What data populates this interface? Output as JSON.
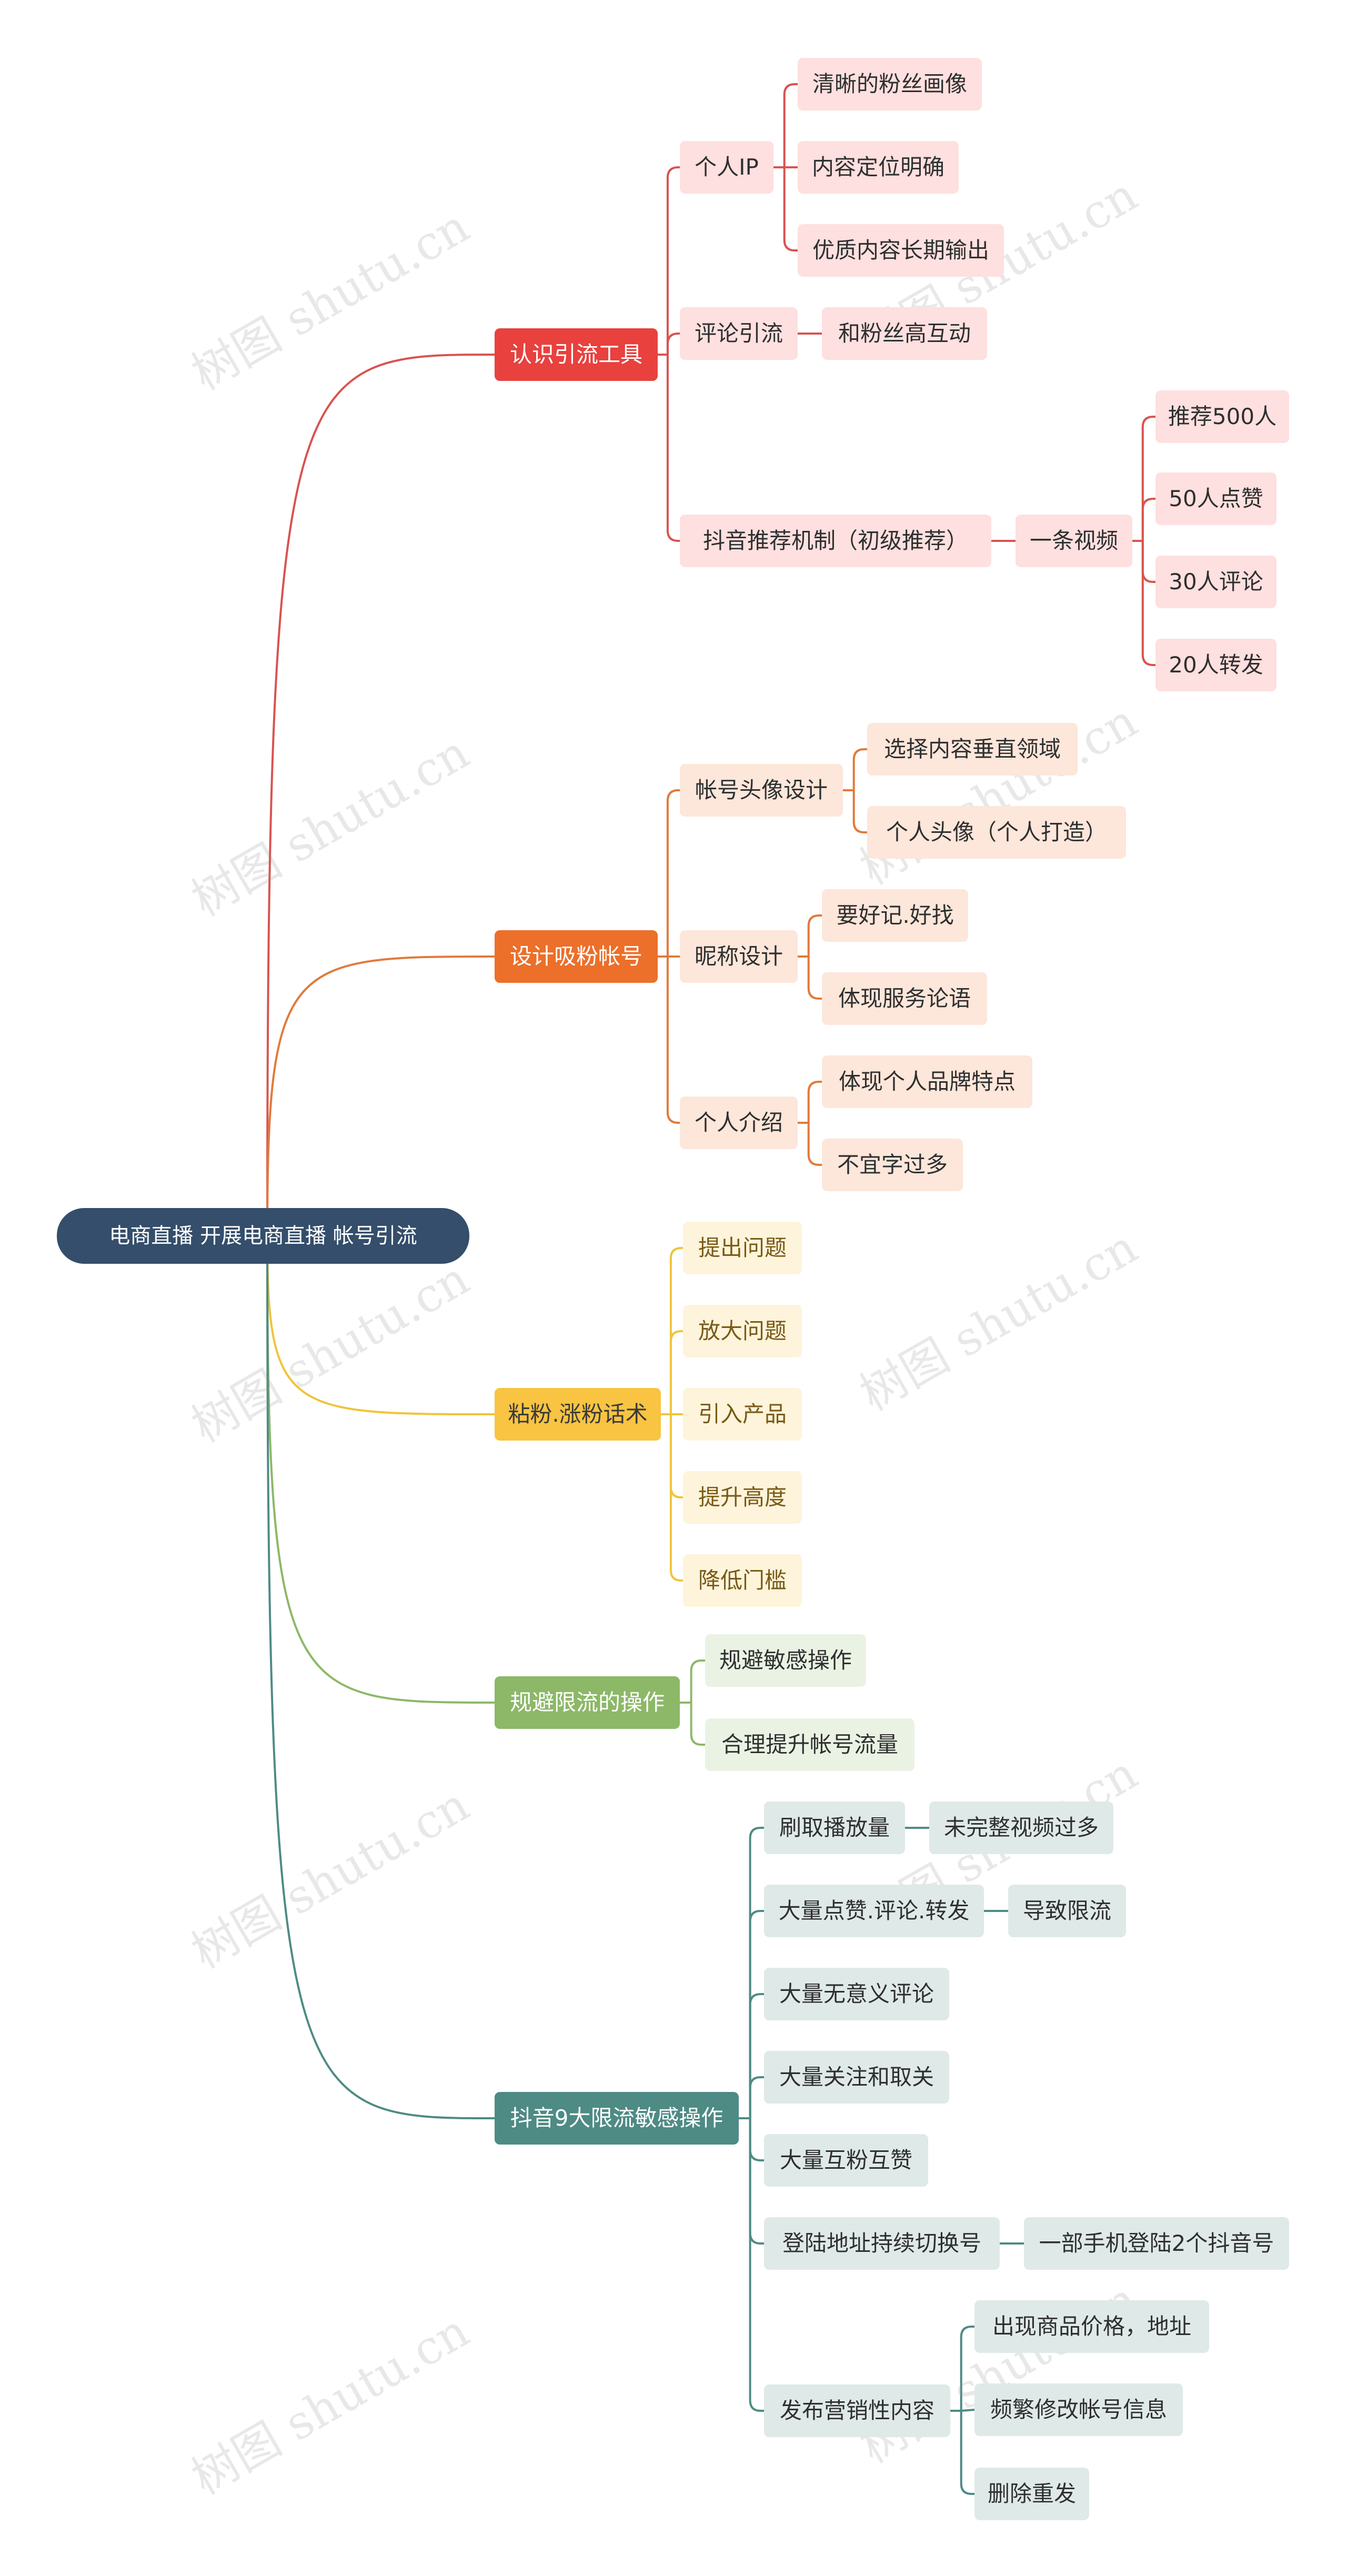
{
  "root": {
    "label": "电商直播 开展电商直播 帐号引流"
  },
  "watermark": "树图 shutu.cn",
  "colors": {
    "root": "#344e6b",
    "branch_red": "#e8413e",
    "leaf_red": "#fde0df",
    "line_red": "#d9534f",
    "branch_orange": "#ec6f2a",
    "leaf_orange": "#fde6da",
    "line_orange": "#e07a3c",
    "branch_yellow": "#f8c441",
    "leaf_yellow": "#fdf4db",
    "line_yellow": "#f0c43a",
    "branch_green": "#8cb868",
    "leaf_green": "#eaf3e3",
    "line_green": "#8cb868",
    "branch_teal": "#4e8b85",
    "leaf_teal": "#dfe9e8",
    "line_teal": "#4e8b85"
  },
  "branches": [
    {
      "label": "认识引流工具",
      "children": [
        {
          "label": "个人IP",
          "children": [
            {
              "label": "清晰的粉丝画像"
            },
            {
              "label": "内容定位明确"
            },
            {
              "label": "优质内容长期输出"
            }
          ]
        },
        {
          "label": "评论引流",
          "children": [
            {
              "label": "和粉丝高互动"
            }
          ]
        },
        {
          "label": "抖音推荐机制（初级推荐）",
          "children": [
            {
              "label": "一条视频",
              "children": [
                {
                  "label": "推荐500人"
                },
                {
                  "label": "50人点赞"
                },
                {
                  "label": "30人评论"
                },
                {
                  "label": "20人转发"
                }
              ]
            }
          ]
        }
      ]
    },
    {
      "label": "设计吸粉帐号",
      "children": [
        {
          "label": "帐号头像设计",
          "children": [
            {
              "label": "选择内容垂直领域"
            },
            {
              "label": "个人头像（个人打造）"
            }
          ]
        },
        {
          "label": "昵称设计",
          "children": [
            {
              "label": "要好记.好找"
            },
            {
              "label": "体现服务论语"
            }
          ]
        },
        {
          "label": "个人介绍",
          "children": [
            {
              "label": "体现个人品牌特点"
            },
            {
              "label": "不宜字过多"
            }
          ]
        }
      ]
    },
    {
      "label": "粘粉.涨粉话术",
      "children": [
        {
          "label": "提出问题"
        },
        {
          "label": "放大问题"
        },
        {
          "label": "引入产品"
        },
        {
          "label": "提升高度"
        },
        {
          "label": "降低门槛"
        }
      ]
    },
    {
      "label": "规避限流的操作",
      "children": [
        {
          "label": "规避敏感操作"
        },
        {
          "label": "合理提升帐号流量"
        }
      ]
    },
    {
      "label": "抖音9大限流敏感操作",
      "children": [
        {
          "label": "刷取播放量",
          "children": [
            {
              "label": "未完整视频过多"
            }
          ]
        },
        {
          "label": "大量点赞.评论.转发",
          "children": [
            {
              "label": "导致限流"
            }
          ]
        },
        {
          "label": "大量无意义评论"
        },
        {
          "label": "大量关注和取关"
        },
        {
          "label": "大量互粉互赞"
        },
        {
          "label": "登陆地址持续切换号",
          "children": [
            {
              "label": "一部手机登陆2个抖音号"
            }
          ]
        },
        {
          "label": "发布营销性内容",
          "children": [
            {
              "label": "出现商品价格，地址"
            },
            {
              "label": "频繁修改帐号信息"
            },
            {
              "label": "删除重发"
            }
          ]
        }
      ]
    }
  ]
}
